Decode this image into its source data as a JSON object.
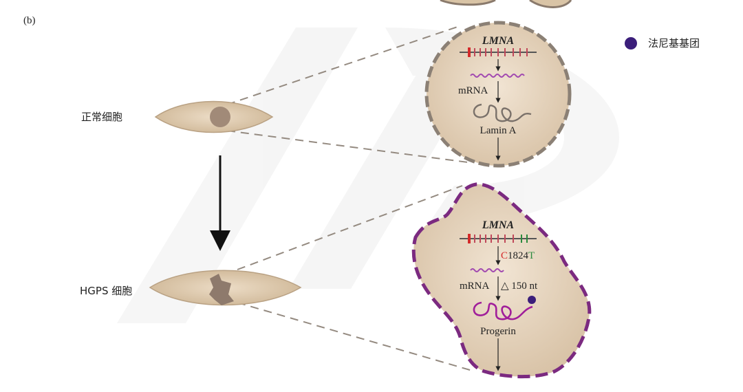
{
  "panel_label": "(b)",
  "legend": {
    "dot_color": "#3b1e7a",
    "label": "法尼基基团"
  },
  "cells": {
    "normal_label": "正常细胞",
    "hgps_label": "HGPS 细胞"
  },
  "normal_nucleus": {
    "gene": "LMNA",
    "mrna": "mRNA",
    "protein": "Lamin A"
  },
  "hgps_nucleus": {
    "gene": "LMNA",
    "mutation_ref": "C",
    "mutation_pos": "1824",
    "mutation_alt": "T",
    "mrna": "mRNA",
    "deletion": "△ 150 nt",
    "protein": "Progerin"
  },
  "colors": {
    "cell_fill": "#d9c4a6",
    "nucleus_fill": "#a38b78",
    "nuc_circle_fill": "#e8d8c4",
    "nuc_circle_border": "#857a6d",
    "hgps_border": "#7b2a80",
    "mrna": "#a24ab0",
    "red_mark": "#d42a2a",
    "green_mark": "#2b8a3e",
    "watermark": "#f1f1f1"
  }
}
